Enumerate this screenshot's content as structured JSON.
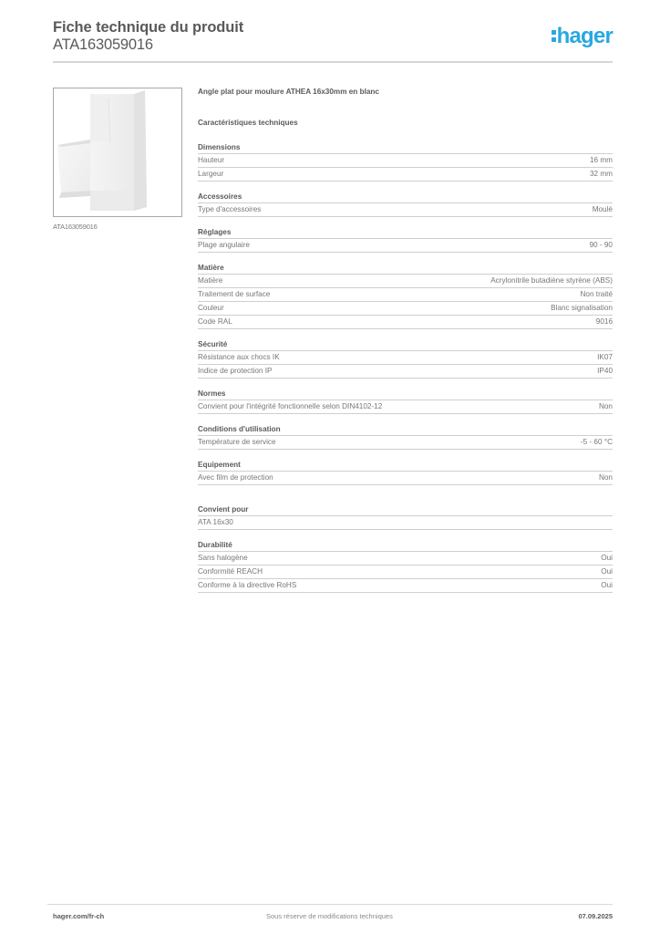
{
  "header": {
    "title": "Fiche technique du produit",
    "product_code": "ATA163059016",
    "logo_text": "hager",
    "logo_color": "#29a8e0"
  },
  "product": {
    "image_caption": "ATA163059016",
    "description": "Angle plat pour moulure ATHEA 16x30mm en blanc"
  },
  "main_section": "Caractéristiques techniques",
  "groups": [
    {
      "title": "Dimensions",
      "rows": [
        {
          "label": "Hauteur",
          "value": "16 mm"
        },
        {
          "label": "Largeur",
          "value": "32 mm"
        }
      ]
    },
    {
      "title": "Accessoires",
      "rows": [
        {
          "label": "Type d'accessoires",
          "value": "Moulé"
        }
      ]
    },
    {
      "title": "Réglages",
      "rows": [
        {
          "label": "Plage angulaire",
          "value": "90 - 90"
        }
      ]
    },
    {
      "title": "Matière",
      "rows": [
        {
          "label": "Matière",
          "value": "Acrylonitrile butadiène styrène (ABS)"
        },
        {
          "label": "Traitement de surface",
          "value": "Non traité"
        },
        {
          "label": "Couleur",
          "value": "Blanc signalisation"
        },
        {
          "label": "Code RAL",
          "value": "9016"
        }
      ]
    },
    {
      "title": "Sécurité",
      "rows": [
        {
          "label": "Résistance aux chocs IK",
          "value": "IK07"
        },
        {
          "label": "Indice de protection IP",
          "value": "IP40"
        }
      ]
    },
    {
      "title": "Normes",
      "rows": [
        {
          "label": "Convient pour l'intégrité fonctionnelle selon DIN4102-12",
          "value": "Non"
        }
      ]
    },
    {
      "title": "Conditions d'utilisation",
      "rows": [
        {
          "label": "Température de service",
          "value": "-5 - 60 °C"
        }
      ]
    },
    {
      "title": "Equipement",
      "rows": [
        {
          "label": "Avec film de protection",
          "value": "Non"
        }
      ]
    },
    {
      "title": "Convient pour",
      "rows": [
        {
          "label": "ATA 16x30",
          "value": ""
        }
      ]
    },
    {
      "title": "Durabilité",
      "rows": [
        {
          "label": "Sans halogène",
          "value": "Oui"
        },
        {
          "label": "Conformité REACH",
          "value": "Oui"
        },
        {
          "label": "Conforme à la directive RoHS",
          "value": "Oui"
        }
      ]
    }
  ],
  "footer": {
    "website": "hager.com/fr-ch",
    "disclaimer": "Sous réserve de modifications techniques",
    "date": "07.09.2025"
  }
}
